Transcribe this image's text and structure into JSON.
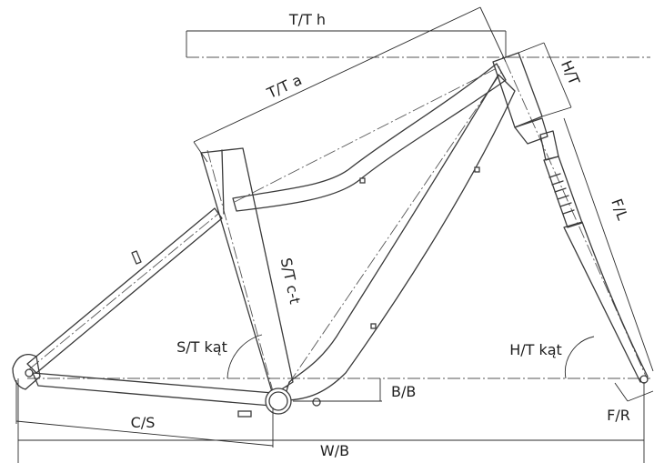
{
  "labels": {
    "top_tube_horizontal": "T/T h",
    "top_tube_actual": "T/T a",
    "head_tube": "H/T",
    "fork_length": "F/L",
    "seat_tube_ct": "S/T c-t",
    "seat_tube_angle": "S/T kąt",
    "head_tube_angle": "H/T kąt",
    "bb_drop": "B/B",
    "chainstay": "C/S",
    "wheelbase": "W/B",
    "fork_rake": "F/R"
  },
  "colors": {
    "line": "#3a3a3a",
    "text": "#1e1e1e",
    "background": "#ffffff"
  }
}
